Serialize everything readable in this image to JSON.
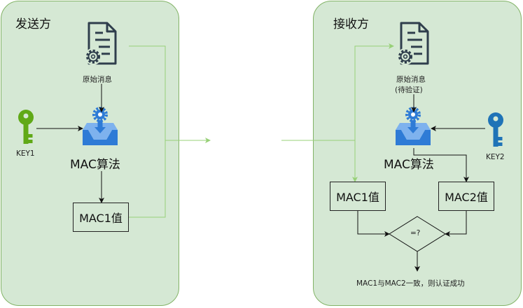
{
  "sender": {
    "title": "发送方",
    "doc_label": "原始消息",
    "key_label": "KEY1",
    "algo_label": "MAC算法",
    "mac_box": "MAC1值"
  },
  "receiver": {
    "title": "接收方",
    "doc_label": "原始消息",
    "doc_sublabel": "(待验证)",
    "key_label": "KEY2",
    "algo_label": "MAC算法",
    "mac1_box": "MAC1值",
    "mac2_box": "MAC2值",
    "compare_label": "=?",
    "result_text": "MAC1与MAC2一致，则认证成功"
  },
  "colors": {
    "panel_fill": "#d5e8d4",
    "panel_border": "#82b366",
    "flow_green": "#97d077",
    "key_green": "#60a917",
    "key_blue": "#1f73b7",
    "algo_blue": "#2e7bd6",
    "doc_dark": "#2f3e4c"
  },
  "icons": [
    "document-gear-icon",
    "key-icon",
    "inbox-gear-icon"
  ]
}
